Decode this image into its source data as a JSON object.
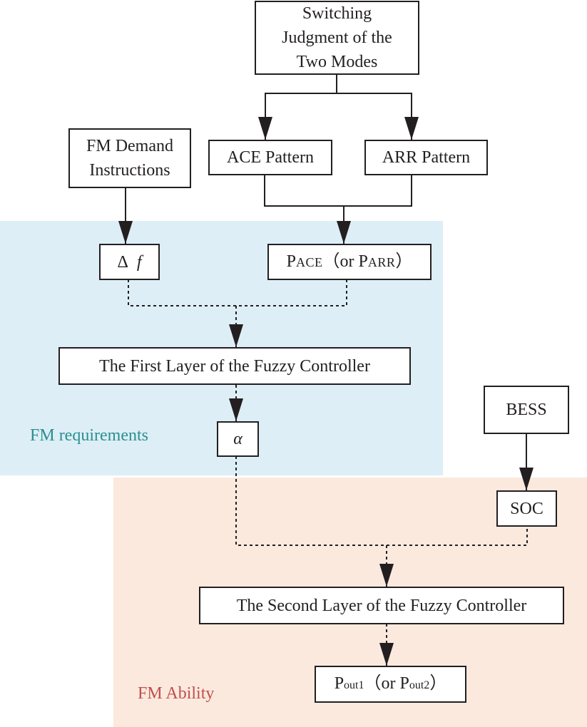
{
  "nodes": {
    "switching": "Switching\nJudgment of the\nTwo Modes",
    "fm_demand": "FM Demand\nInstructions",
    "ace_pattern": "ACE Pattern",
    "arr_pattern": "ARR Pattern",
    "delta_f": {
      "delta": "Δ",
      "f": "f"
    },
    "p_ace": {
      "p1": "P",
      "sub1": "ACE",
      "mid": "（or ",
      "p2": "P",
      "sub2": "ARR",
      "end": "）"
    },
    "first_layer": "The First Layer of the Fuzzy Controller",
    "alpha": "α",
    "bess": "BESS",
    "soc": "SOC",
    "second_layer": "The Second Layer of the Fuzzy Controller",
    "p_out": {
      "p1": "P",
      "sub1": "out1",
      "mid": "（or ",
      "p2": "P",
      "sub2": "out2",
      "end": "）"
    }
  },
  "regions": {
    "requirements": "FM requirements",
    "ability": "FM Ability"
  },
  "colors": {
    "requirements_bg": "#ddeef6",
    "ability_bg": "#fbe9de",
    "requirements_text": "#2a9090",
    "ability_text": "#c0504d",
    "line": "#231f20"
  }
}
